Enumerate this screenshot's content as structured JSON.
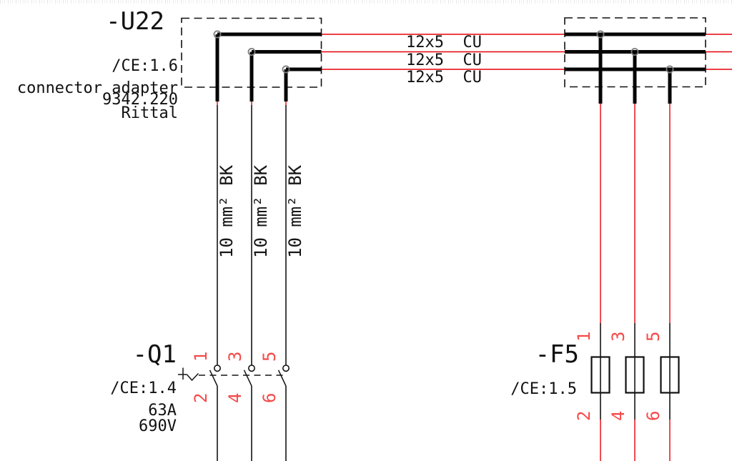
{
  "colors": {
    "wire_red": "#e60008",
    "terminal_number_red": "#f54a4a",
    "line_black": "#111111"
  },
  "u22": {
    "designation": "-U22",
    "cross_reference": "/CE:1.6",
    "description": "connector adapter",
    "part_number": "9342.220",
    "manufacturer": "Rittal"
  },
  "busbars": {
    "labels": [
      "12x5  CU",
      "12x5  CU",
      "12x5  CU"
    ]
  },
  "cables": {
    "labels": [
      "10 mm² BK",
      "10 mm² BK",
      "10 mm² BK"
    ]
  },
  "q1": {
    "designation": "-Q1",
    "cross_reference": "/CE:1.4",
    "current_rating": "63A",
    "voltage_rating": "690V",
    "terminals_top": [
      "1",
      "3",
      "5"
    ],
    "terminals_bottom": [
      "2",
      "4",
      "6"
    ]
  },
  "f5": {
    "designation": "-F5",
    "cross_reference": "/CE:1.5",
    "terminals_top": [
      "1",
      "3",
      "5"
    ],
    "terminals_bottom": [
      "2",
      "4",
      "6"
    ]
  }
}
